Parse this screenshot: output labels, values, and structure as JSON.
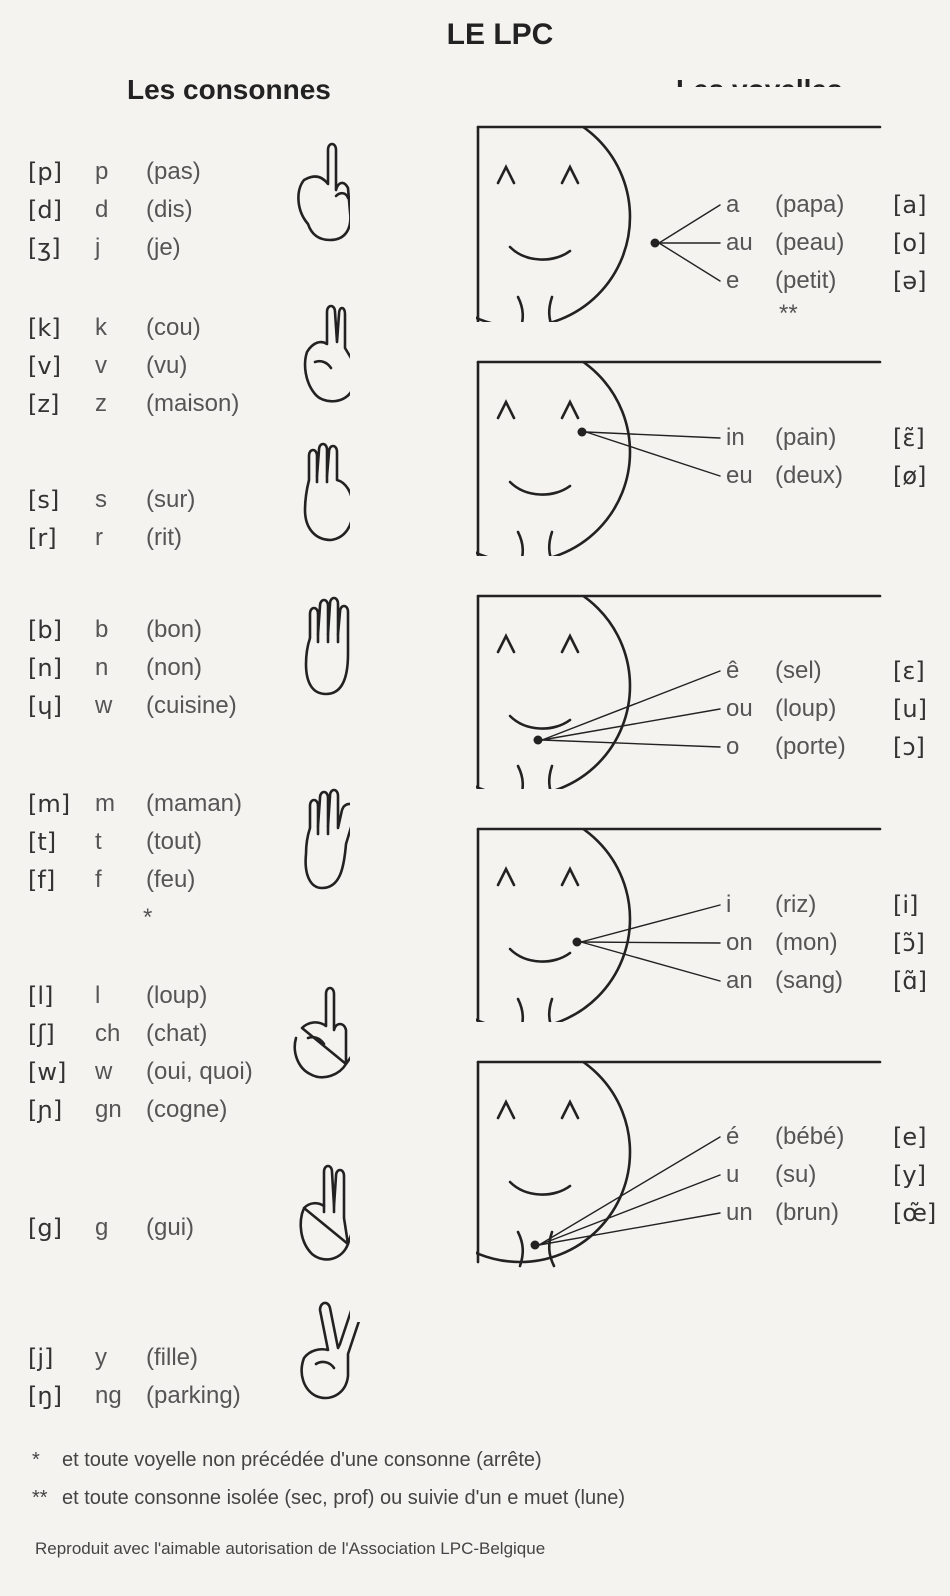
{
  "title": "LE LPC",
  "headings": {
    "consonants": "Les consonnes",
    "vowels": "Les voyelles"
  },
  "consonant_groups": [
    {
      "hand": "hand-shape-1-icon",
      "rows": [
        {
          "ipa": "[p]",
          "letter": "p",
          "example": "(pas)"
        },
        {
          "ipa": "[d]",
          "letter": "d",
          "example": "(dis)"
        },
        {
          "ipa": "[ʒ]",
          "letter": "j",
          "example": "(je)"
        }
      ]
    },
    {
      "hand": "hand-shape-2-icon",
      "rows": [
        {
          "ipa": "[k]",
          "letter": "k",
          "example": "(cou)"
        },
        {
          "ipa": "[v]",
          "letter": "v",
          "example": "(vu)"
        },
        {
          "ipa": "[z]",
          "letter": "z",
          "example": "(maison)"
        }
      ]
    },
    {
      "hand": "hand-shape-3-icon",
      "rows": [
        {
          "ipa": "[s]",
          "letter": "s",
          "example": "(sur)"
        },
        {
          "ipa": "[r]",
          "letter": "r",
          "example": "(rit)"
        }
      ]
    },
    {
      "hand": "hand-shape-4-icon",
      "rows": [
        {
          "ipa": "[b]",
          "letter": "b",
          "example": "(bon)"
        },
        {
          "ipa": "[n]",
          "letter": "n",
          "example": "(non)"
        },
        {
          "ipa": "[ɥ]",
          "letter": "w",
          "example": "(cuisine)"
        }
      ]
    },
    {
      "hand": "hand-shape-5-icon",
      "mark": "*",
      "rows": [
        {
          "ipa": "[m]",
          "letter": "m",
          "example": "(maman)"
        },
        {
          "ipa": "[t]",
          "letter": "t",
          "example": "(tout)"
        },
        {
          "ipa": "[f]",
          "letter": "f",
          "example": "(feu)"
        }
      ]
    },
    {
      "hand": "hand-shape-6-icon",
      "rows": [
        {
          "ipa": "[l]",
          "letter": "l",
          "example": "(loup)"
        },
        {
          "ipa": "[ʃ]",
          "letter": "ch",
          "example": "(chat)"
        },
        {
          "ipa": "[w]",
          "letter": "w",
          "example": "(oui, quoi)"
        },
        {
          "ipa": "[ɲ]",
          "letter": "gn",
          "example": "(cogne)"
        }
      ]
    },
    {
      "hand": "hand-shape-7-icon",
      "rows": [
        {
          "ipa": "[g]",
          "letter": "g",
          "example": "(gui)"
        }
      ]
    },
    {
      "hand": "hand-shape-8-icon",
      "rows": [
        {
          "ipa": "[j]",
          "letter": "y",
          "example": "(fille)"
        },
        {
          "ipa": "[ŋ]",
          "letter": "ng",
          "example": "(parking)"
        }
      ]
    }
  ],
  "vowel_groups": [
    {
      "position": "side",
      "mark": "**",
      "rows": [
        {
          "letter": "a",
          "example": "(papa)",
          "ipa": "[a]"
        },
        {
          "letter": "au",
          "example": "(peau)",
          "ipa": "[o]"
        },
        {
          "letter": "e",
          "example": "(petit)",
          "ipa": "[ə]"
        }
      ]
    },
    {
      "position": "cheek",
      "rows": [
        {
          "letter": "in",
          "example": "(pain)",
          "ipa": "[ɛ̃]"
        },
        {
          "letter": "eu",
          "example": "(deux)",
          "ipa": "[ø]"
        }
      ]
    },
    {
      "position": "chin",
      "rows": [
        {
          "letter": "ê",
          "example": "(sel)",
          "ipa": "[ɛ]"
        },
        {
          "letter": "ou",
          "example": "(loup)",
          "ipa": "[u]"
        },
        {
          "letter": "o",
          "example": "(porte)",
          "ipa": "[ɔ]"
        }
      ]
    },
    {
      "position": "mouth",
      "rows": [
        {
          "letter": "i",
          "example": "(riz)",
          "ipa": "[i]"
        },
        {
          "letter": "on",
          "example": "(mon)",
          "ipa": "[ɔ̃]"
        },
        {
          "letter": "an",
          "example": "(sang)",
          "ipa": "[ɑ̃]"
        }
      ]
    },
    {
      "position": "throat",
      "rows": [
        {
          "letter": "é",
          "example": "(bébé)",
          "ipa": "[e]"
        },
        {
          "letter": "u",
          "example": "(su)",
          "ipa": "[y]"
        },
        {
          "letter": "un",
          "example": "(brun)",
          "ipa": "[œ̃]"
        }
      ]
    }
  ],
  "face_eye_glyph": "^",
  "footnotes": [
    {
      "mark": "*",
      "text": "et toute voyelle non précédée d'une consonne (arrête)"
    },
    {
      "mark": "**",
      "text": "et toute consonne isolée (sec, prof) ou suivie d'un e muet (lune)"
    }
  ],
  "credit": "Reproduit avec l'aimable autorisation de l'Association LPC-Belgique"
}
